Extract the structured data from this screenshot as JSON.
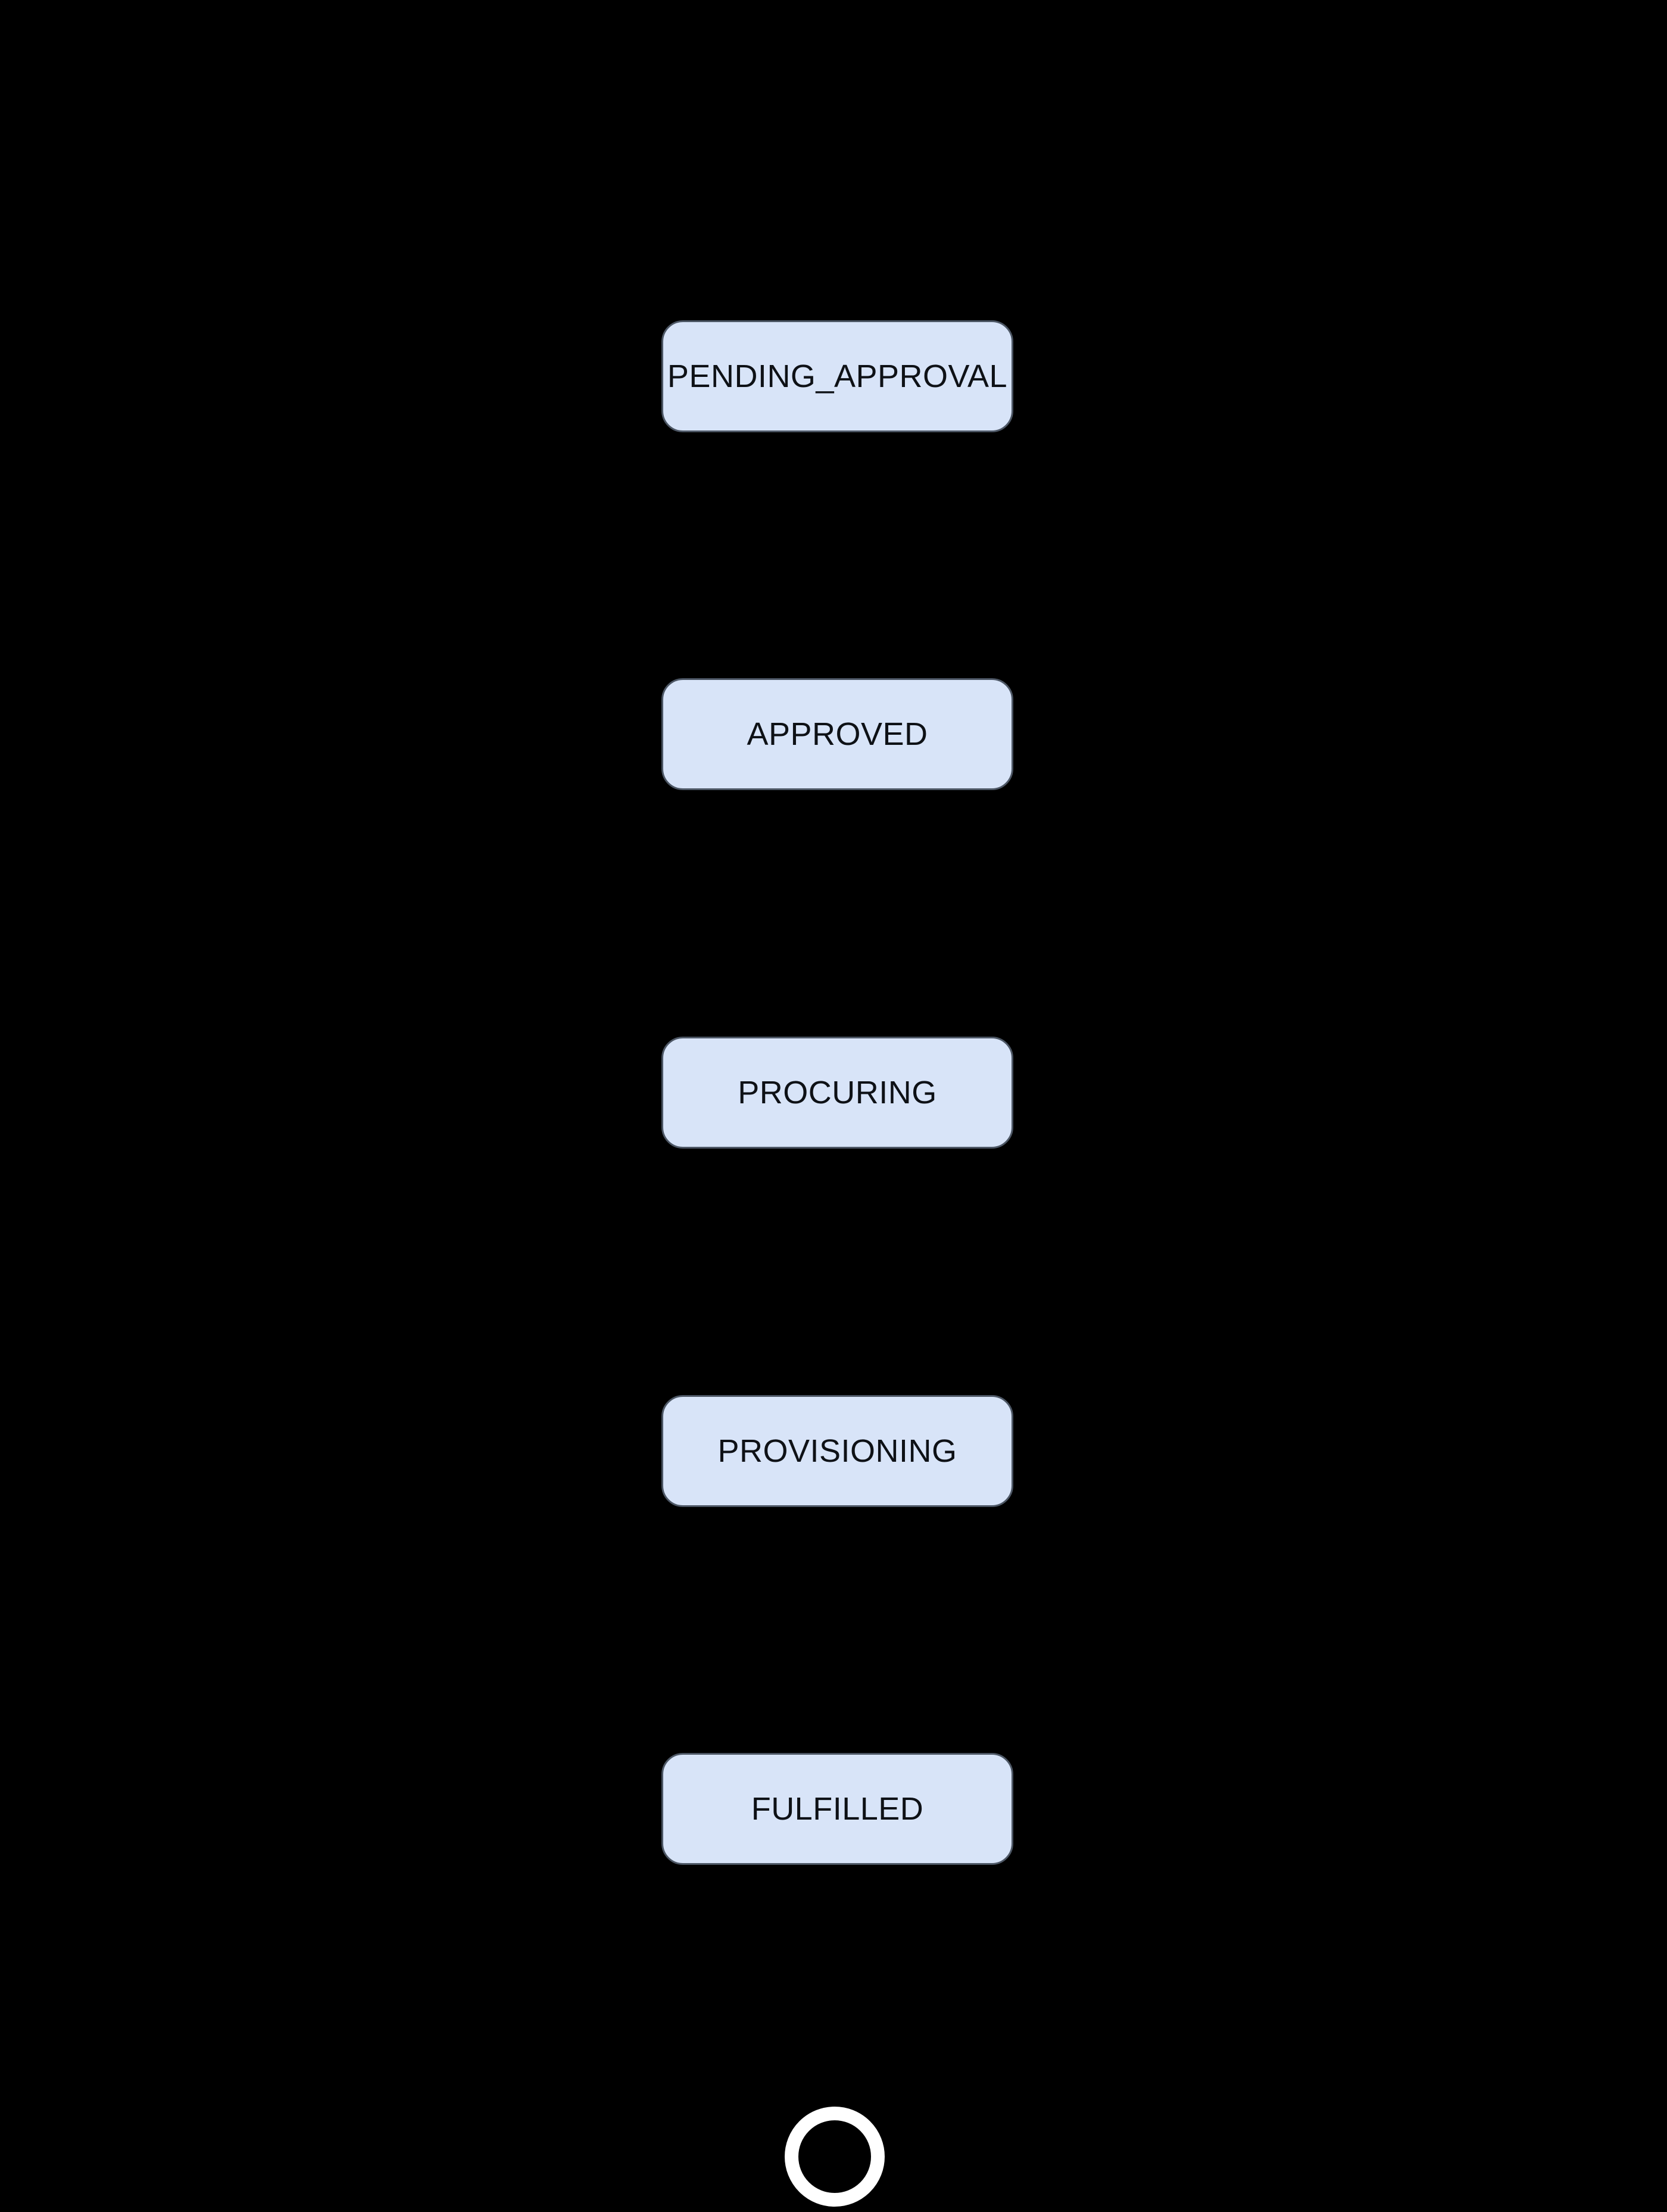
{
  "diagram": {
    "type": "state-flow-vertical",
    "states": [
      {
        "id": "pending-approval",
        "label": "PENDING_APPROVAL"
      },
      {
        "id": "approved",
        "label": "APPROVED"
      },
      {
        "id": "procuring",
        "label": "PROCURING"
      },
      {
        "id": "provisioning",
        "label": "PROVISIONING"
      },
      {
        "id": "fulfilled",
        "label": "FULFILLED"
      }
    ],
    "end_marker": "final-state-ring",
    "colors": {
      "background": "#000000",
      "node_fill": "#d8e4f8",
      "node_border": "#4d5765",
      "node_text": "#0e1116",
      "final_ring": "#ffffff"
    }
  }
}
